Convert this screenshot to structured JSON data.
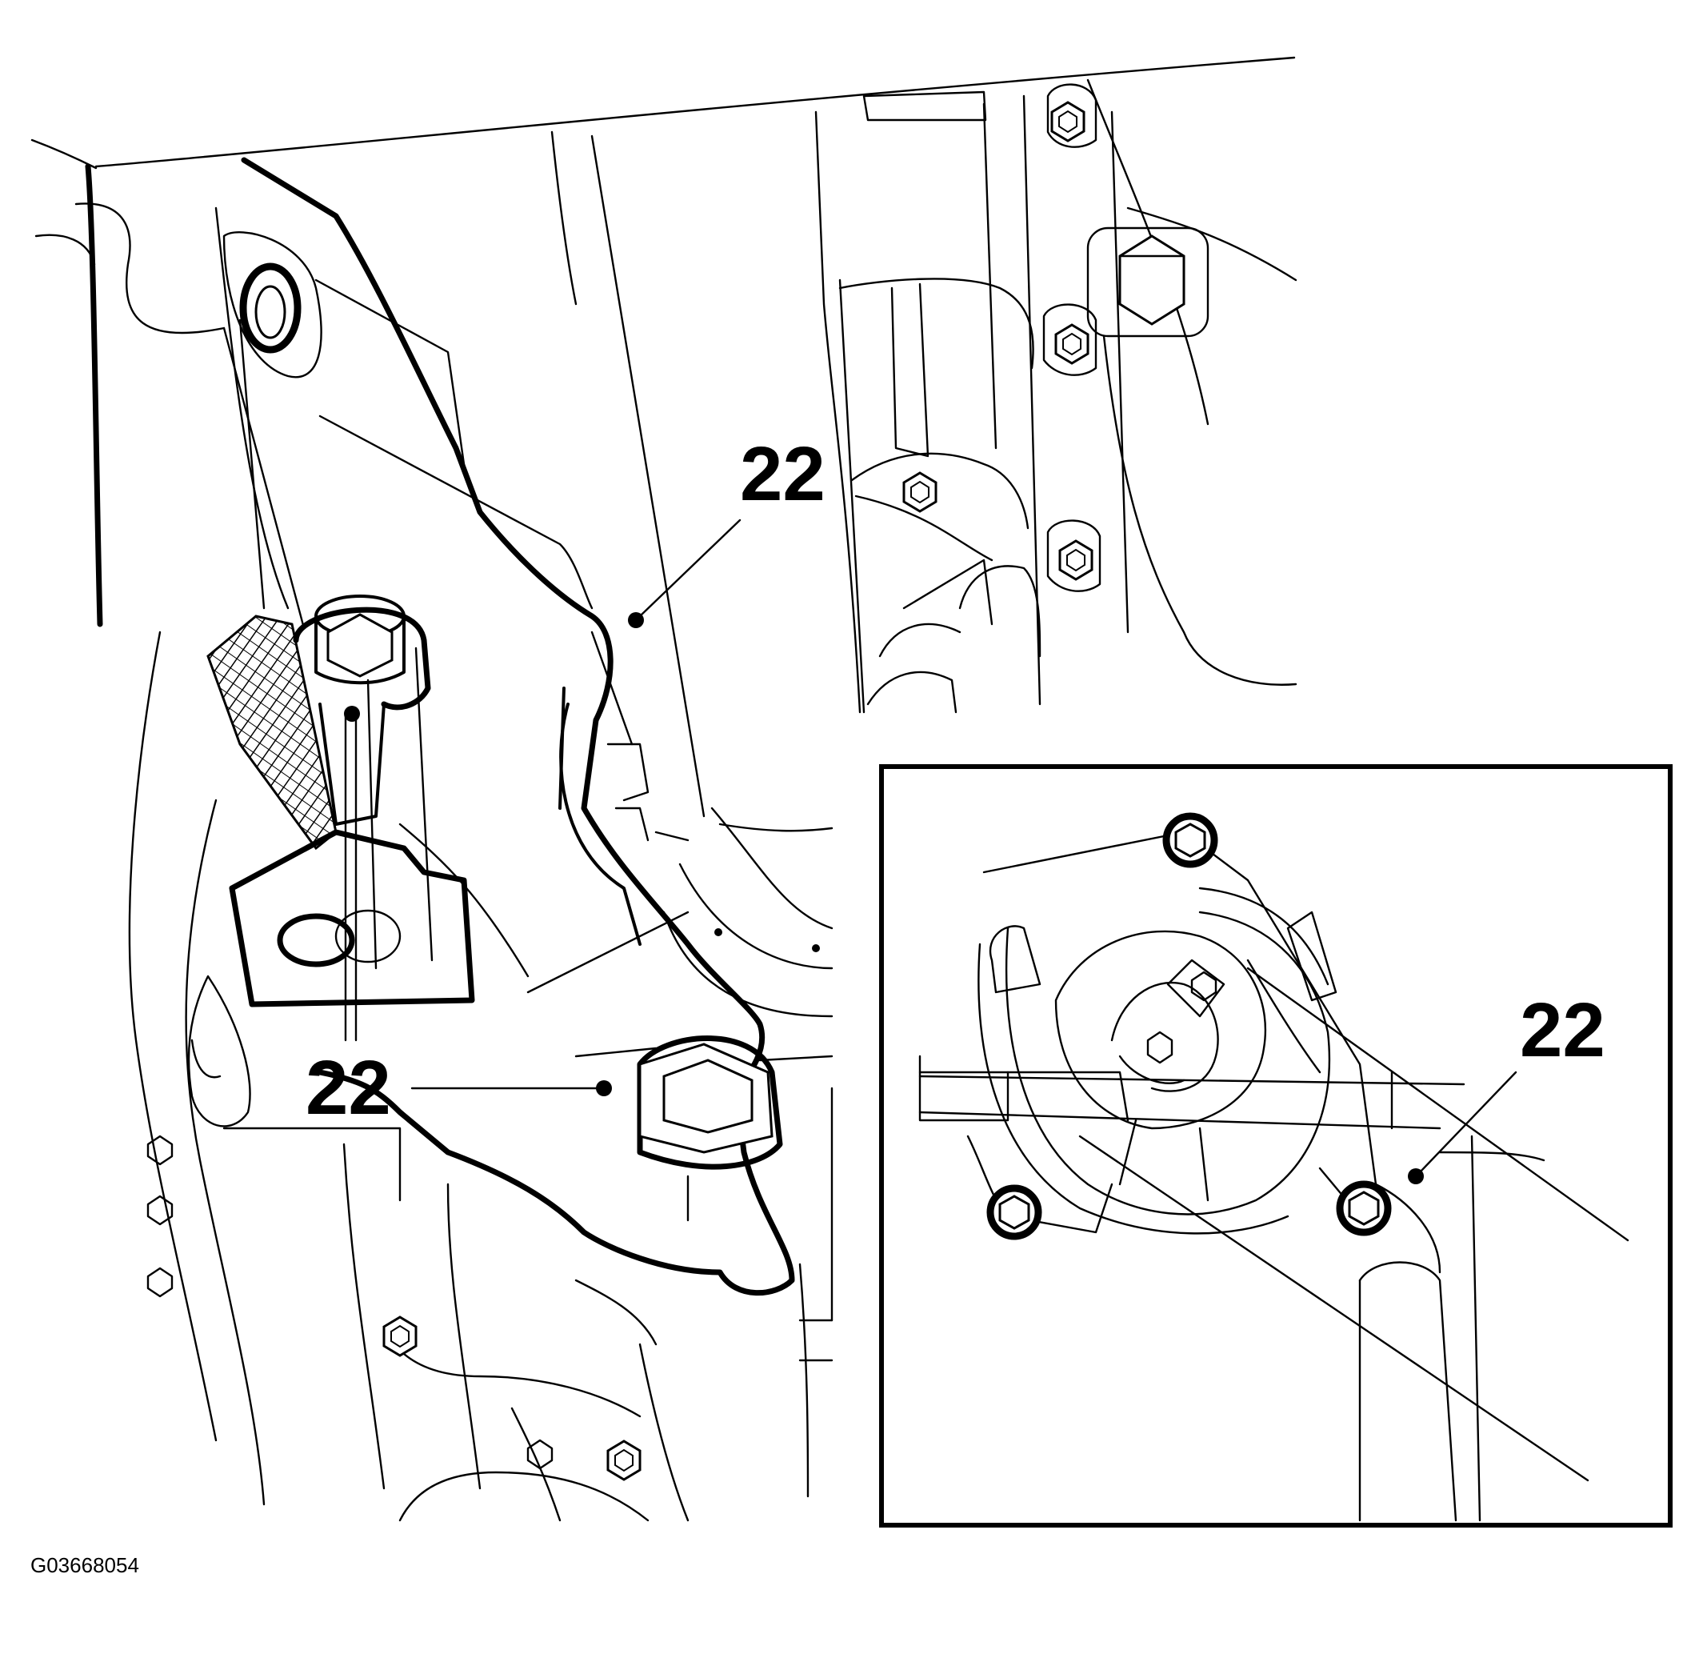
{
  "diagram": {
    "callouts": [
      {
        "id": "top-right",
        "label": "22"
      },
      {
        "id": "bottom-left",
        "label": "22"
      },
      {
        "id": "inset",
        "label": "22"
      }
    ],
    "figure_id": "G03668054"
  },
  "colors": {
    "line": "#000000",
    "background": "#ffffff"
  },
  "icons": [
    "bolt-icon",
    "hex-nut-icon"
  ]
}
